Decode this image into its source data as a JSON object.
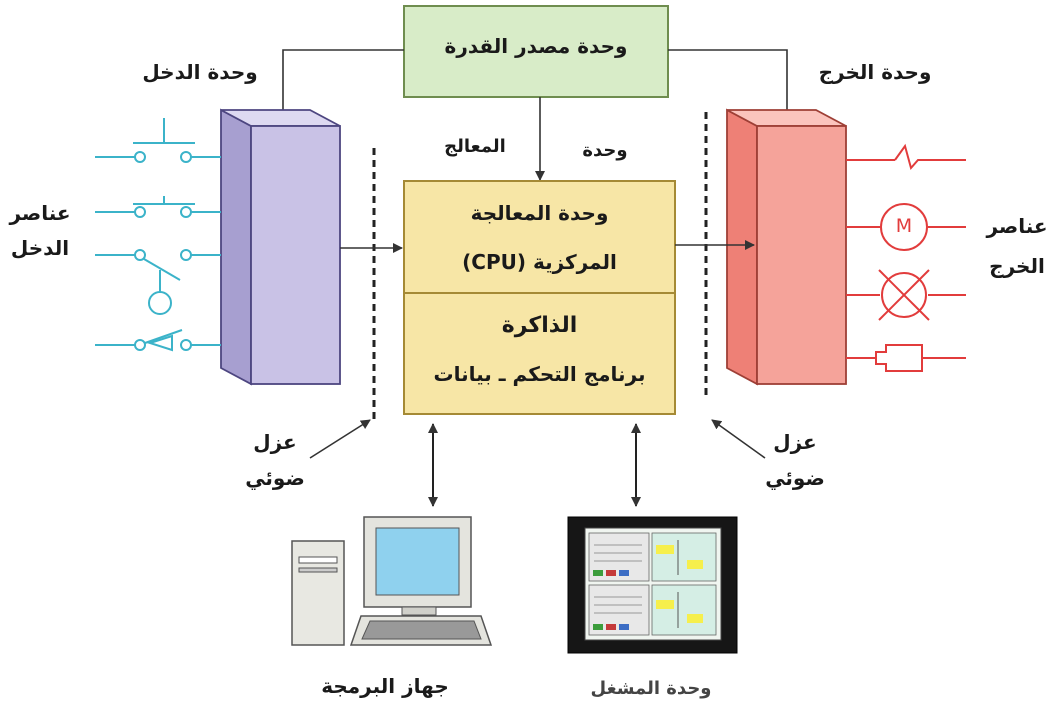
{
  "power_unit": {
    "label": "وحدة مصدر القدرة"
  },
  "input_unit": {
    "label": "وحدة الدخل"
  },
  "output_unit": {
    "label": "وحدة الخرج"
  },
  "processor_unit": {
    "word1": "وحدة",
    "word2": "المعالج"
  },
  "cpu": {
    "line1": "وحدة المعالجة",
    "line2": "المركزية (CPU)"
  },
  "memory": {
    "line1": "الذاكرة",
    "line2": "برنامج التحكم ـ بيانات"
  },
  "input_elements": {
    "line1": "عناصر",
    "line2": "الدخل"
  },
  "output_elements": {
    "line1": "عناصر",
    "line2": "الخرج"
  },
  "isolation_left": {
    "line1": "عزل",
    "line2": "ضوئي"
  },
  "isolation_right": {
    "line1": "عزل",
    "line2": "ضوئي"
  },
  "programming_device": {
    "label": "جهاز البرمجة"
  },
  "operator_unit": {
    "label": "وحدة المشغل"
  },
  "motor_symbol": {
    "letter": "M"
  },
  "colors": {
    "power_fill": "#d8ecc8",
    "power_stroke": "#6f8d4f",
    "cpu_fill": "#f7e6a6",
    "cpu_stroke": "#a58a35",
    "input_front": "#c9c2e6",
    "input_side": "#a79fd0",
    "input_stroke": "#4d4680",
    "output_front": "#f5a39a",
    "output_side": "#ee8076",
    "output_stroke": "#9e3f36",
    "input_symbol": "#3bb3c9",
    "output_symbol": "#e23c3c"
  }
}
